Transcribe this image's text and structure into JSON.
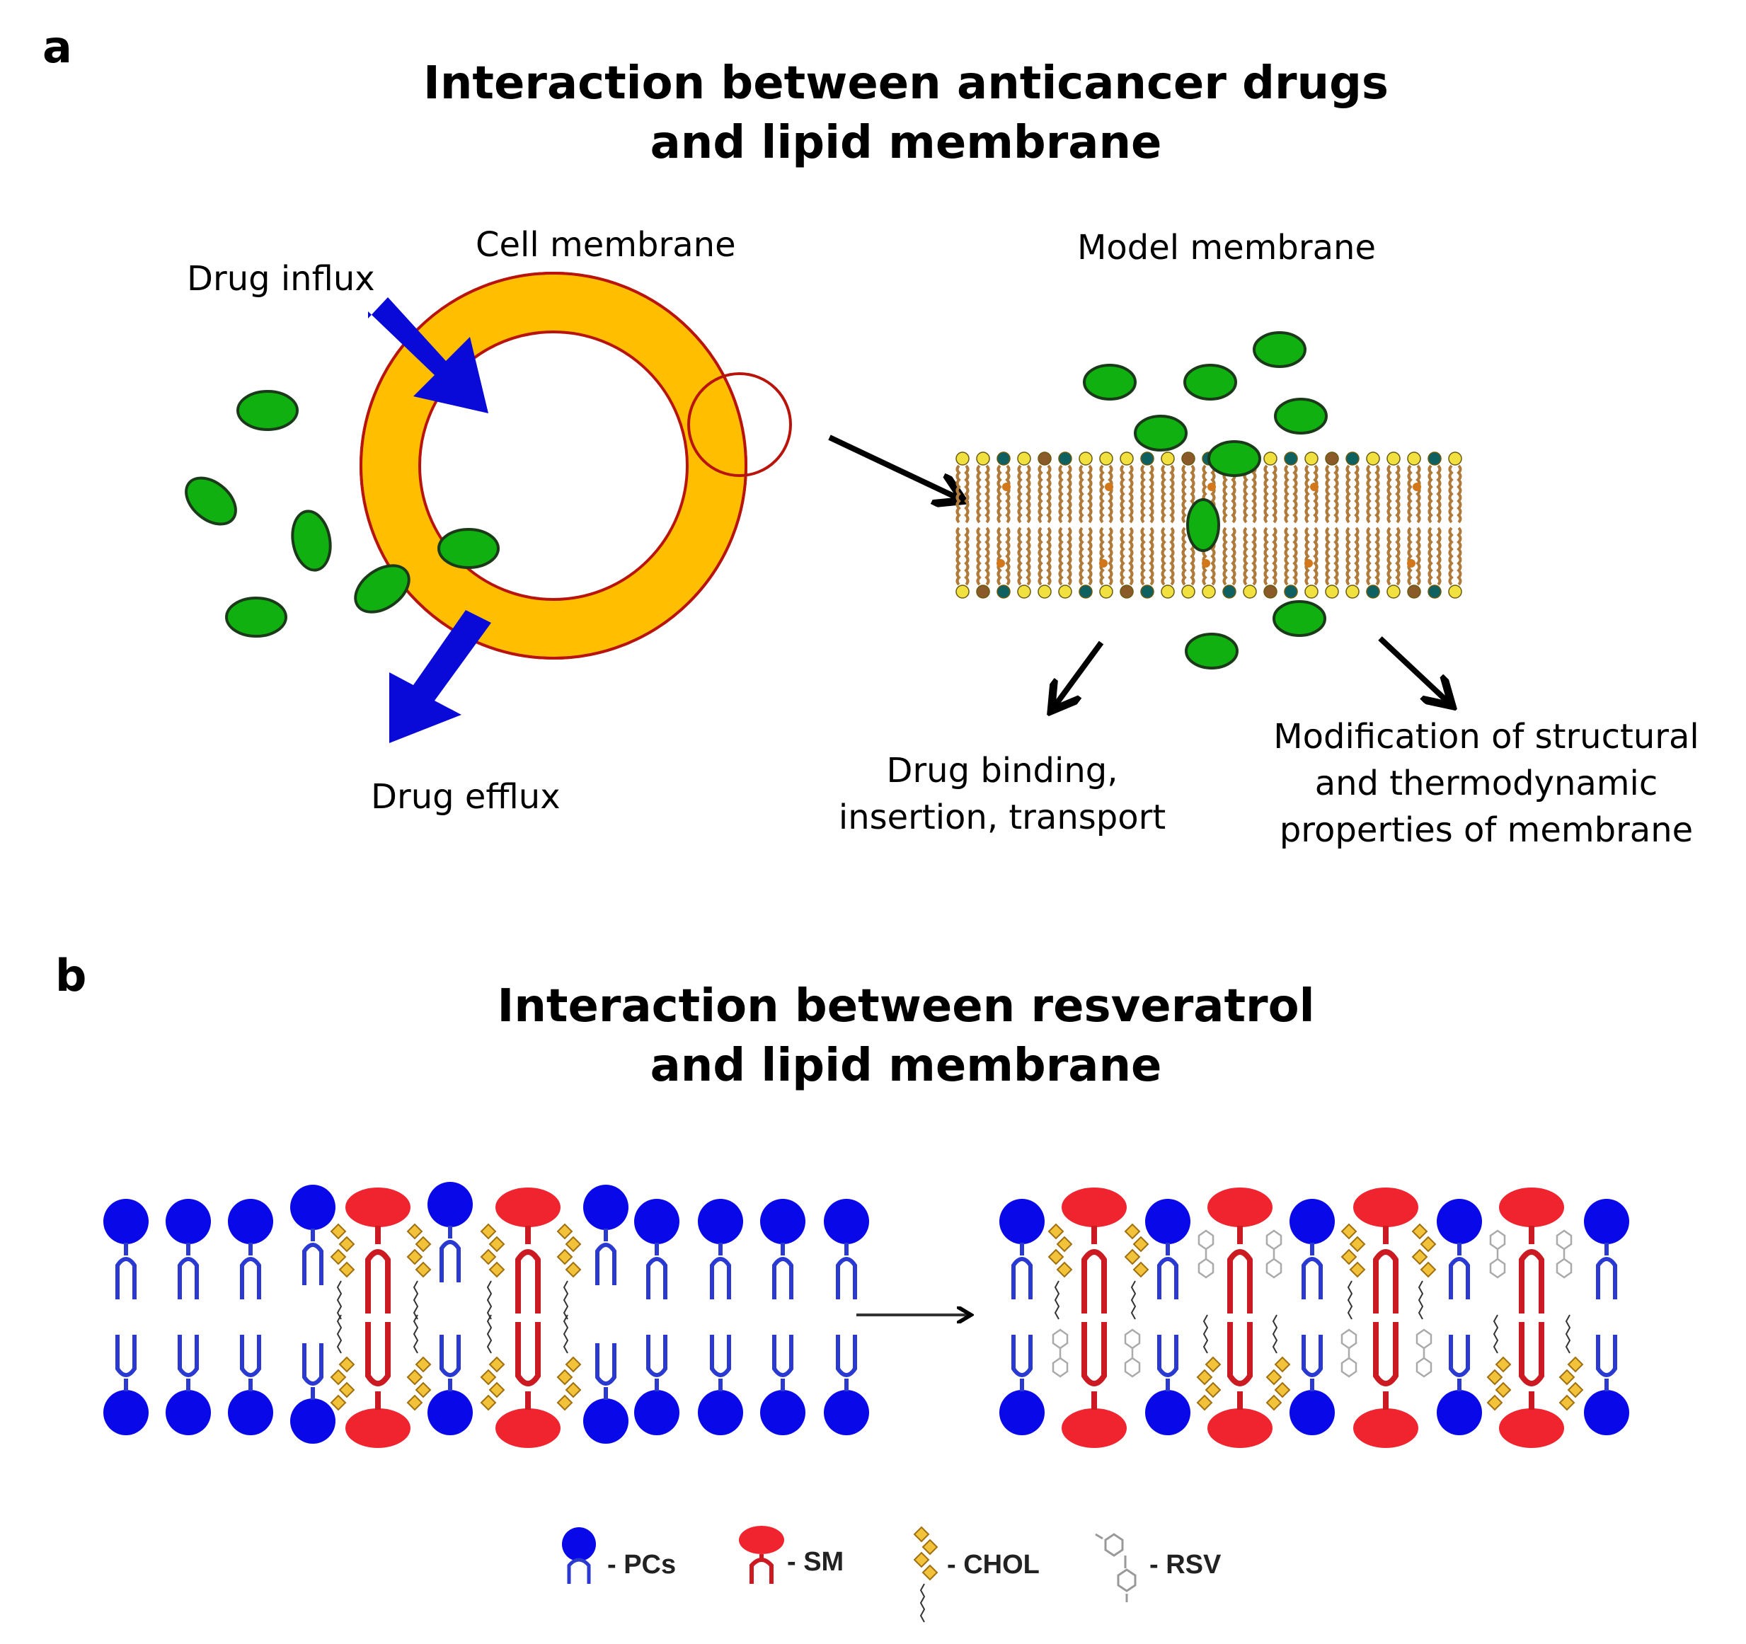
{
  "panel_a": {
    "letter": "a",
    "title_line1": "Interaction between anticancer drugs",
    "title_line2": "and lipid membrane",
    "cell_membrane_label": "Cell membrane",
    "model_membrane_label": "Model membrane",
    "drug_influx_label": "Drug influx",
    "drug_efflux_label": "Drug efflux",
    "outcome_left_line1": "Drug binding,",
    "outcome_left_line2": "insertion, transport",
    "outcome_right_line1": "Modification of structural",
    "outcome_right_line2": "and thermodynamic",
    "outcome_right_line3": "properties of membrane"
  },
  "panel_b": {
    "letter": "b",
    "title_line1": "Interaction between resveratrol",
    "title_line2": "and lipid membrane",
    "legend": {
      "pcs": "- PCs",
      "sm": "- SM",
      "chol": "- CHOL",
      "rsv": "- RSV"
    }
  },
  "colors": {
    "drug_green": "#10b010",
    "membrane_orange": "#ffbf00",
    "arrow_blue": "#0a0ad8",
    "pc_blue": "#0808e8",
    "sm_red": "#f0242e",
    "chol_yellow": "#f2c23a",
    "lipid_tail_brown": "#b07a3a"
  }
}
